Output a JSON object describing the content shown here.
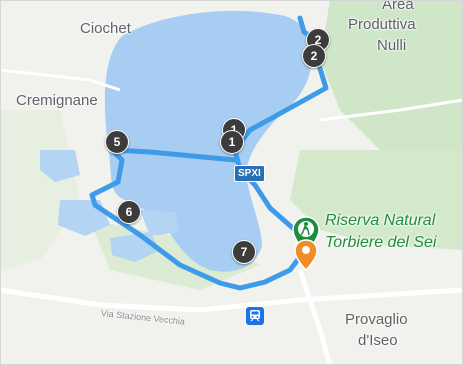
{
  "map": {
    "place_labels": {
      "ciochet": "Ciochet",
      "area_produttiva_line1": "Area",
      "area_produttiva_line2": "Produttiva",
      "area_produttiva_line3": "Nulli",
      "cremignane": "Cremignane",
      "provaglio_line1": "Provaglio",
      "provaglio_line2": "d'Iseo"
    },
    "park_label": {
      "line1": "Riserva Natural",
      "line2": "Torbiere del Sei"
    },
    "road_label": "Via Stazione Vecchia",
    "road_shield": "SPXI",
    "route_markers": [
      "2",
      "2",
      "1",
      "1",
      "5",
      "6",
      "7"
    ],
    "icons": {
      "start_pin": "green-hiker-pin-icon",
      "end_pin": "orange-pin-icon",
      "station": "train-station-icon"
    },
    "colors": {
      "water": "#a7cdf2",
      "route": "#3d9be9",
      "park_green": "#1e8e3e",
      "marker_dark": "#3c3c3c",
      "shield_blue": "#2a6fb3"
    }
  }
}
